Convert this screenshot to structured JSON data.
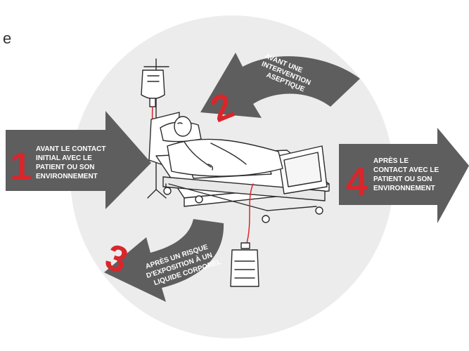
{
  "stray_text": "e",
  "moments": [
    {
      "number": "1",
      "lines": [
        "AVANT LE CONTACT",
        "INITIAL AVEC LE",
        "PATIENT OU SON",
        "ENVIRONNEMENT"
      ]
    },
    {
      "number": "2",
      "lines": [
        "AVANT UNE",
        "INTERVENTION",
        "ASEPTIQUE"
      ]
    },
    {
      "number": "3",
      "lines": [
        "APRÈS UN RISQUE",
        "D'EXPOSITION À UN",
        "LIQUIDE CORPOREL"
      ]
    },
    {
      "number": "4",
      "lines": [
        "APRÈS LE",
        "CONTACT AVEC LE",
        "PATIENT OU SON",
        "ENVIRONNEMENT"
      ]
    }
  ],
  "colors": {
    "arrow": "#5e5e5e",
    "accent": "#d8262c",
    "circle": "#ececec",
    "line": "#2b2b2b"
  }
}
